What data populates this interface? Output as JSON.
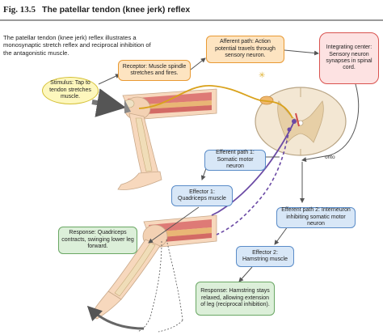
{
  "figure": {
    "number": "Fig. 13.5",
    "title": "The patellar tendon (knee jerk) reflex",
    "intro": "The patellar tendon (knee jerk) reflex illustrates a monosynaptic stretch reflex and reciprocal inhibition of the antagonistic muscle."
  },
  "boxes": {
    "stimulus": "Stimulus: Tap to tendon stretches muscle.",
    "receptor": "Receptor: Muscle spindle stretches and fires.",
    "afferent": "Afferent path: Action potential travels through sensory neuron.",
    "integrating": "Integrating center: Sensory neuron synapses in spinal cord.",
    "efferent1": "Efferent path 1: Somatic motor neuron",
    "efferent2": "Efferent path 2: Interneuron inhibiting somatic motor neuron",
    "effector1": "Effector 1: Quadriceps muscle",
    "effector2": "Effector 2: Hamstring muscle",
    "response1": "Response: Quadriceps contracts, swinging lower leg forward.",
    "response2": "Response: Hamstring stays relaxed, allowing extension of leg (reciprocal inhibition)."
  },
  "labels": {
    "onto": "onto"
  },
  "colors": {
    "orange_border": "#e99a34",
    "orange_fill": "#fde4c1",
    "blue_border": "#5a8cc8",
    "blue_fill": "#d8e7f7",
    "green_border": "#6aa764",
    "green_fill": "#dcefd9",
    "integrating_border": "#d9534f",
    "integrating_fill": "#fde2e2",
    "sensory_neuron": "#d9a21c",
    "motor_neuron": "#6b4aa5"
  }
}
